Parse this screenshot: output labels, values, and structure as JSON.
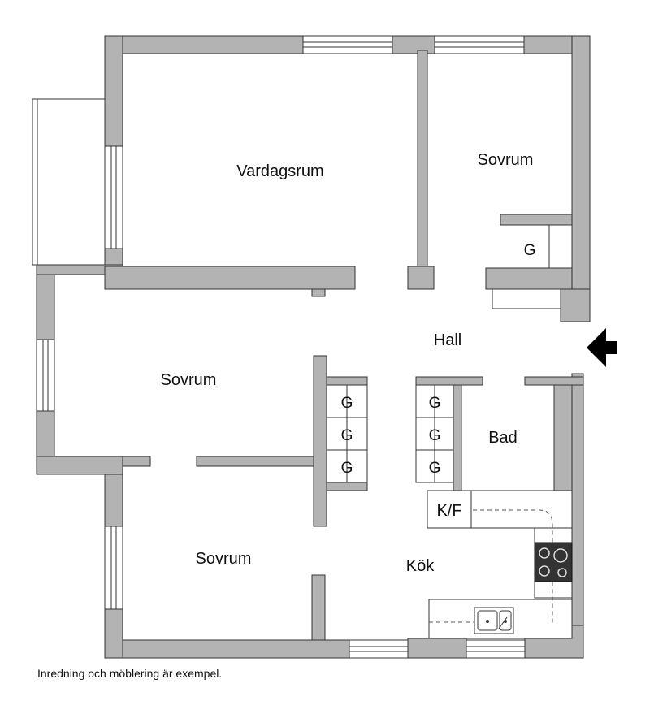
{
  "rooms": {
    "vardagsrum": "Vardagsrum",
    "sovrum_ne": "Sovrum",
    "sovrum_w": "Sovrum",
    "sovrum_sw": "Sovrum",
    "hall": "Hall",
    "bad": "Bad",
    "kok": "Kök",
    "kf": "K/F"
  },
  "closets": {
    "ne": "G",
    "left": [
      "G",
      "G",
      "G"
    ],
    "right": [
      "G",
      "G",
      "G"
    ]
  },
  "note": "Inredning och möblering är exempel.",
  "colors": {
    "wall": "#b3b3b3",
    "outline": "#333333",
    "stove": "#333333"
  },
  "icons": {
    "entrance": "entrance-arrow-icon",
    "stove": "stove-icon",
    "sink": "sink-icon"
  }
}
